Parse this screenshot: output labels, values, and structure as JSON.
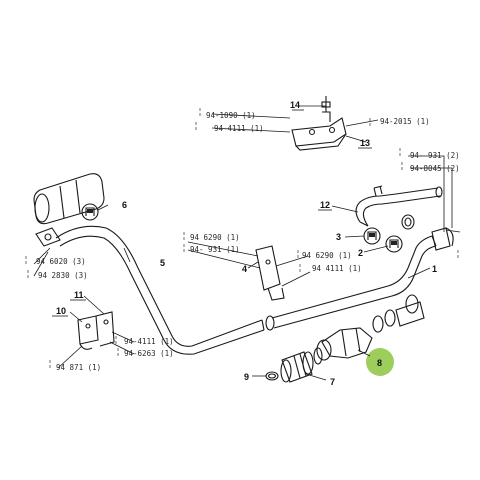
{
  "refs": {
    "r1": "94-1090 (1)",
    "r2": "94-4111 (1)",
    "r3": "94-2015 (1)",
    "r4": "94- 931 (2)",
    "r5": "94-8045 (2)",
    "r6": "94 6290 (1)",
    "r7": "94- 931 (1)",
    "r8": "94 6290 (1)",
    "r9": "94 4111 (1)",
    "r10": "94 6020 (3)",
    "r11": "94 2830 (3)",
    "r12": "94-4111 (1)",
    "r13": "94-6263 (1)",
    "r14": "94 871 (1)"
  },
  "labels": {
    "n1": "1",
    "n2": "2",
    "n3": "3",
    "n4": "4",
    "n5": "5",
    "n6": "6",
    "n7": "7",
    "n8": "8",
    "n9": "9",
    "n10": "10",
    "n11": "11",
    "n12": "12",
    "n13": "13",
    "n14": "14"
  },
  "colors": {
    "line": "#1a1a1a",
    "highlight": "#8cc63f"
  }
}
